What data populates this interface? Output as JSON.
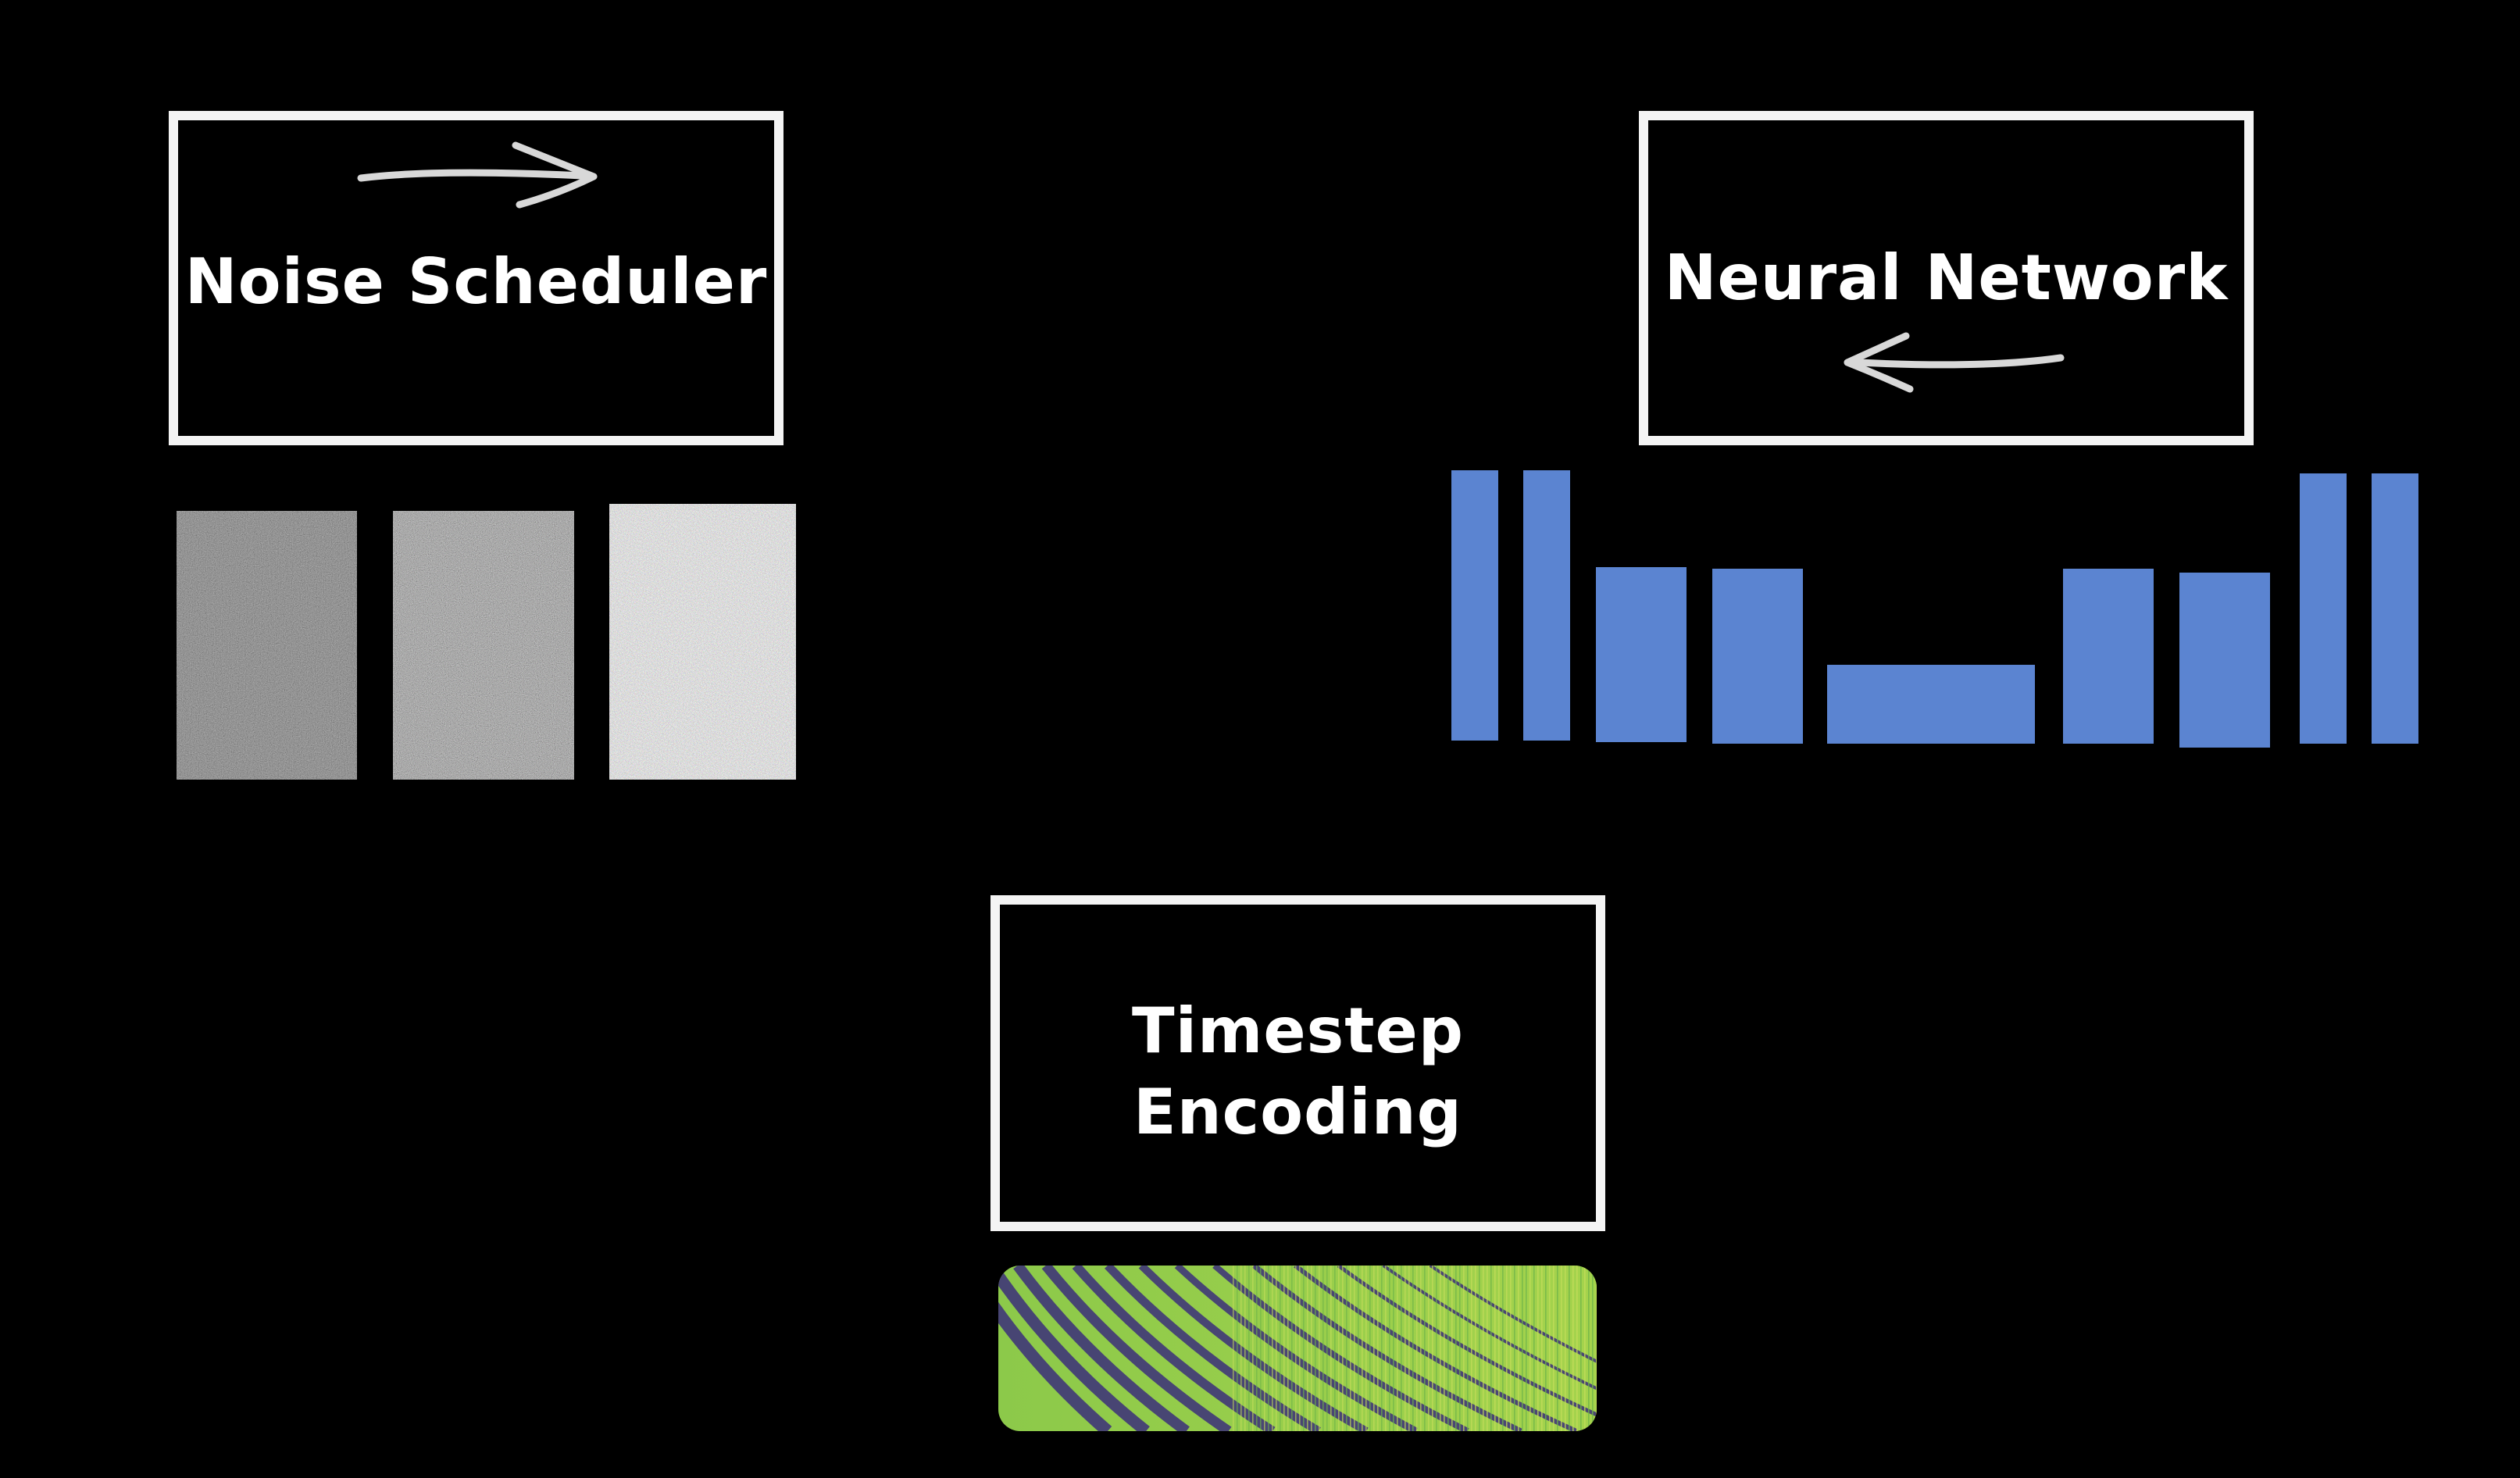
{
  "labels": {
    "noise_scheduler": "Noise Scheduler",
    "neural_network": "Neural Network",
    "timestep_encoding": "Timestep Encoding"
  },
  "colors": {
    "background": "#000000",
    "box_border": "#f4f4f4",
    "arrow": "#d8d8d8",
    "network_block": "#5b84d1",
    "encoding_dark": "#3b2e7a",
    "encoding_light": "#9bd04a"
  },
  "noise_images": [
    {
      "noise_level": "low"
    },
    {
      "noise_level": "medium"
    },
    {
      "noise_level": "high"
    }
  ],
  "icons": {
    "scheduler_arrow": "arrow-right-icon",
    "network_arrow": "arrow-left-icon"
  }
}
